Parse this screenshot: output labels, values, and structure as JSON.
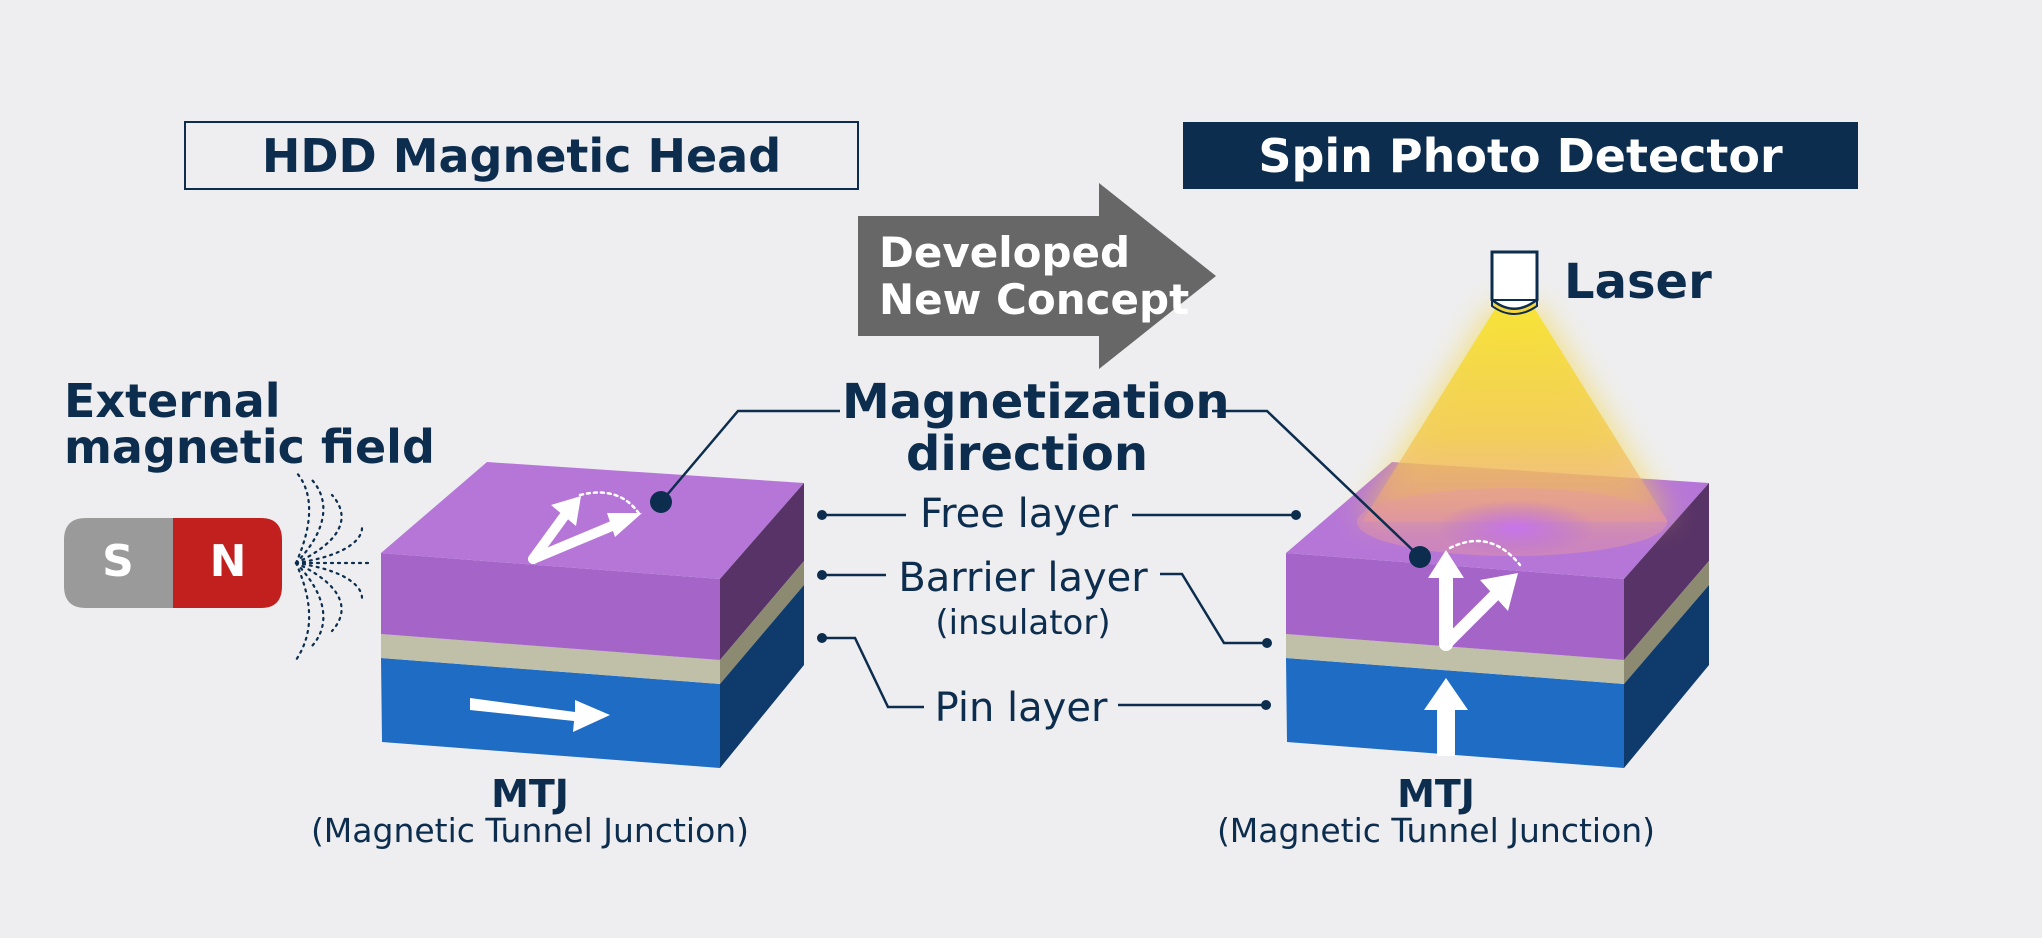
{
  "left_panel": {
    "title": "HDD Magnetic Head",
    "external_field_line1": "External",
    "external_field_line2": "magnetic field",
    "magnet_s": "S",
    "magnet_n": "N",
    "device_name": "MTJ",
    "device_full": "(Magnetic Tunnel Junction)"
  },
  "right_panel": {
    "title": "Spin Photo Detector",
    "laser": "Laser",
    "device_name": "MTJ",
    "device_full": "(Magnetic Tunnel Junction)"
  },
  "arrow": {
    "line1": "Developed",
    "line2": "New Concept"
  },
  "center_labels": {
    "magnetization_line1": "Magnetization",
    "magnetization_line2": "direction",
    "free_layer": "Free layer",
    "barrier_layer": "Barrier layer",
    "barrier_note": "(insulator)",
    "pin_layer": "Pin layer"
  },
  "colors": {
    "navy": "#0c2d4e",
    "background": "#eeeef0",
    "free_layer": "#a464c8",
    "barrier_layer": "#c0bfa8",
    "pin_layer": "#1e6cc4",
    "magnet_s": "#9a9a9a",
    "magnet_n": "#c21f1f",
    "arrow_gray": "#676767",
    "laser_beam": "#f5d63a"
  }
}
